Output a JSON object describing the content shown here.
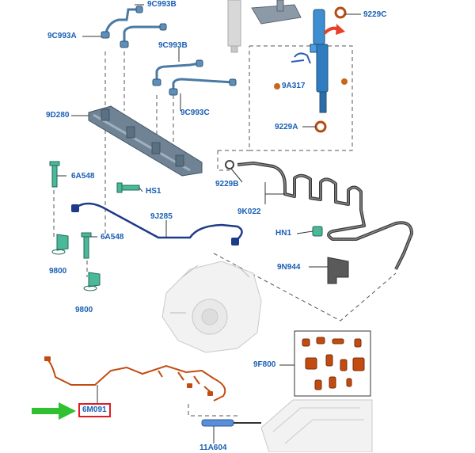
{
  "title": "",
  "accent_label_color": "#1a5fb4",
  "highlight_color": "#e01b24",
  "arrow_color": "#2fc12f",
  "labels": {
    "9C993B_top": "9C993B",
    "9C993A": "9C993A",
    "9C993B_mid": "9C993B",
    "9C993C": "9C993C",
    "9D280": "9D280",
    "9229C": "9229C",
    "9A317": "9A317",
    "9229A": "9229A",
    "9229B": "9229B",
    "9K022": "9K022",
    "6A548_a": "6A548",
    "HS1": "HS1",
    "9J285": "9J285",
    "6A548_b": "6A548",
    "9800_a": "9800",
    "9800_b": "9800",
    "HN1": "HN1",
    "9N944": "9N944",
    "9F800": "9F800",
    "6M091": "6M091",
    "11A604": "11A604"
  },
  "icons": {
    "highlight_arrow": "green-arrow-icon",
    "removal_arrow": "red-curved-arrow-icon"
  }
}
